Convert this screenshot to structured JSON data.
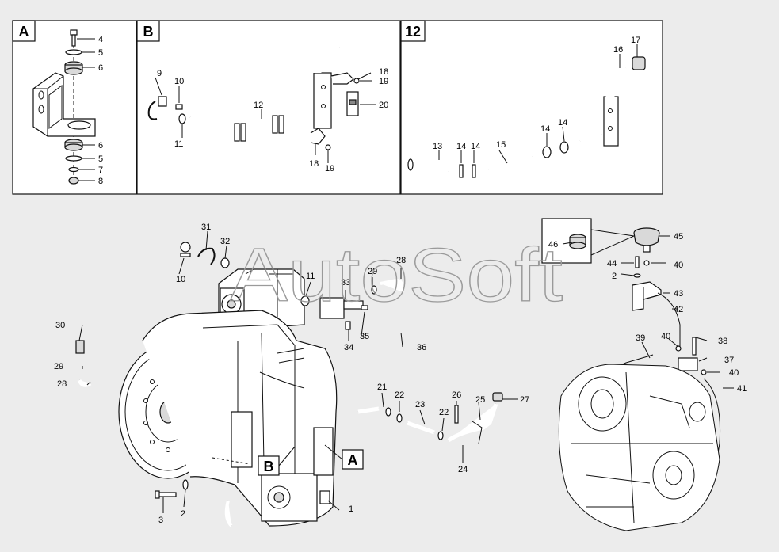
{
  "panels": {
    "a": {
      "tag": "A",
      "callouts": [
        "4",
        "5",
        "6",
        "6",
        "5",
        "7",
        "8"
      ]
    },
    "b": {
      "tag": "B",
      "callouts": [
        "9",
        "10",
        "11",
        "12",
        "18",
        "19",
        "20",
        "18",
        "19"
      ]
    },
    "c": {
      "tag": "12",
      "callouts": [
        "13",
        "14",
        "14",
        "15",
        "14",
        "14",
        "16",
        "17"
      ]
    }
  },
  "main": {
    "callouts": [
      "31",
      "32",
      "10",
      "11",
      "33",
      "29",
      "28",
      "30",
      "35",
      "34",
      "36",
      "29",
      "28",
      "21",
      "22",
      "23",
      "22",
      "26",
      "25",
      "27",
      "24",
      "3",
      "2",
      "1"
    ],
    "markers": [
      "B",
      "A"
    ]
  },
  "right": {
    "callouts": [
      "46",
      "45",
      "44",
      "40",
      "2",
      "43",
      "42",
      "39",
      "40",
      "38",
      "37",
      "40",
      "41"
    ]
  },
  "watermark": "AutoSoft",
  "colors": {
    "background": "#ececec",
    "line": "#111111",
    "watermark": "#9a9a9a"
  }
}
